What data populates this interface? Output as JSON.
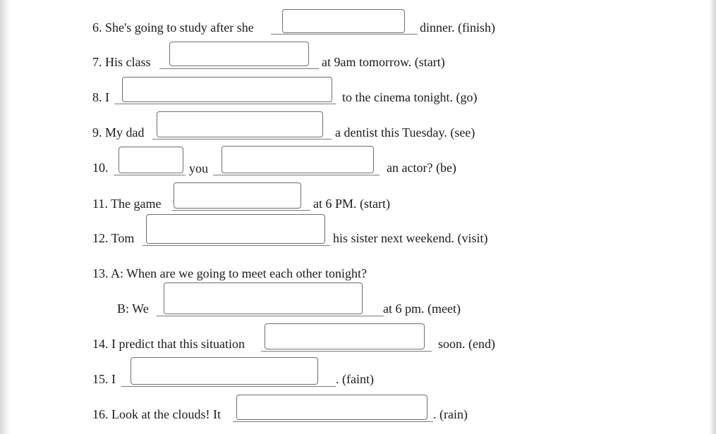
{
  "worksheet": {
    "q6": {
      "lead": "6. She's going to study after she",
      "trail": "dinner.  (finish)"
    },
    "q7": {
      "lead": "7. His class",
      "trail": "at 9am tomorrow.  (start)"
    },
    "q8": {
      "lead": "8. I",
      "trail": "to the cinema tonight.  (go)"
    },
    "q9": {
      "lead": "9. My dad",
      "trail": "a dentist this Tuesday.    (see)"
    },
    "q10": {
      "lead": "10.",
      "middle": "you",
      "trail": "an actor?   (be)"
    },
    "q11": {
      "lead": "11. The game",
      "trail": "at 6 PM.   (start)"
    },
    "q12": {
      "lead": "12. Tom",
      "trail": "his sister next weekend.  (visit)"
    },
    "q13": {
      "question": "13. A: When are we going to meet each other tonight?",
      "lead": "B: We",
      "trail": "at 6 pm.  (meet)"
    },
    "q14": {
      "lead": "14. I predict that this situation",
      "trail": "soon.  (end)"
    },
    "q15": {
      "lead": "15. I",
      "trail": ". (faint)"
    },
    "q16": {
      "lead": "16. Look at the clouds! It",
      "trail": ". (rain)"
    }
  }
}
